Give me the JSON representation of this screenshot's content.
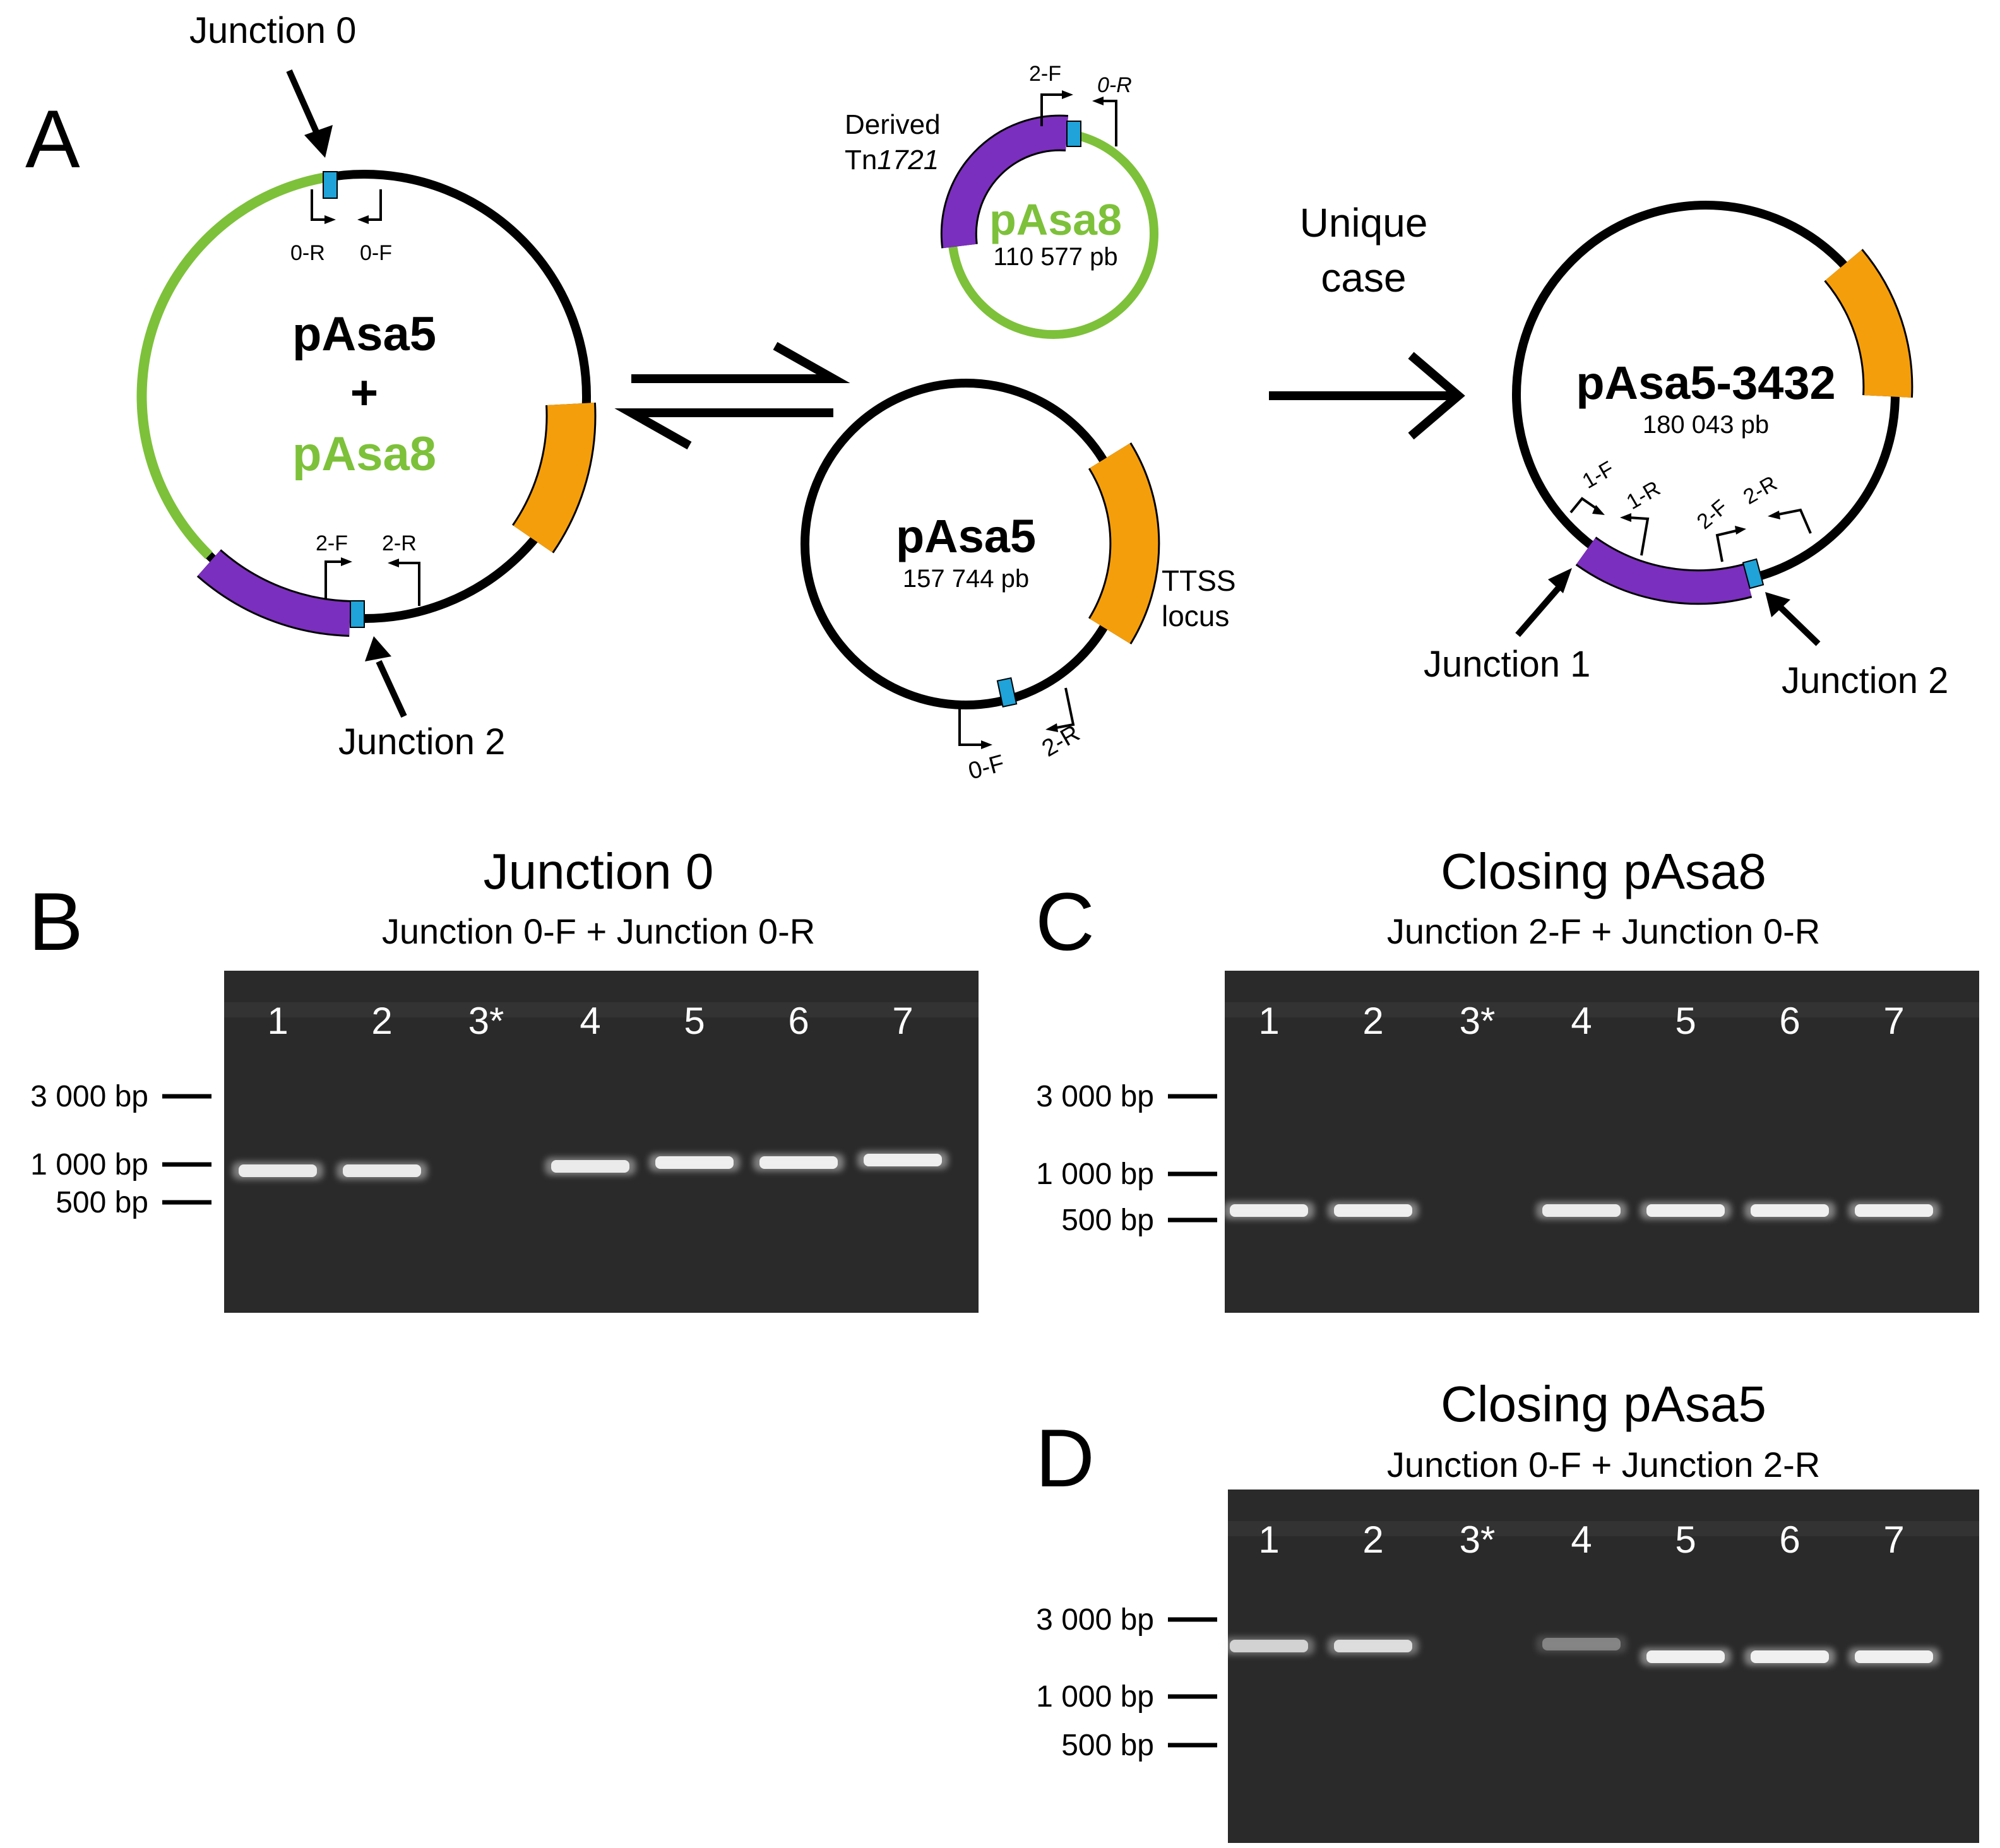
{
  "colors": {
    "pAsa8_green": "#7dc13a",
    "pAsa5_black": "#000000",
    "tn_purple": "#7b2fbe",
    "ttss_orange": "#f59e0b",
    "junction_blue": "#1fa3d8",
    "gel_bg": "#2a2a2a",
    "band": "#f4f4f4"
  },
  "panelA": {
    "letter": "A",
    "left_plasmid": {
      "title_line1": "pAsa5",
      "title_plus": "+",
      "title_line3": "pAsa8",
      "junction0_label": "Junction 0",
      "junction2_label": "Junction 2",
      "primer_0R": "0-R",
      "primer_0F": "0-F",
      "primer_2F": "2-F",
      "primer_2R": "2-R"
    },
    "small_pAsa8": {
      "name": "pAsa8",
      "size": "110 577 pb",
      "derived_line1": "Derived",
      "derived_line2_prefix": "Tn",
      "derived_line2_italic": "1721",
      "primer_2F": "2-F",
      "primer_0R": "0-R"
    },
    "mid_pAsa5": {
      "name": "pAsa5",
      "size": "157 744 pb",
      "ttss_line1": "TTSS",
      "ttss_line2": "locus",
      "primer_0F": "0-F",
      "primer_2R": "2-R"
    },
    "unique_case_line1": "Unique",
    "unique_case_line2": "case",
    "right_plasmid": {
      "name": "pAsa5-3432",
      "size": "180 043 pb",
      "primer_1F": "1-F",
      "primer_1R": "1-R",
      "primer_2F": "2-F",
      "primer_2R": "2-R",
      "junction1_label": "Junction 1",
      "junction2_label": "Junction 2"
    }
  },
  "gels": [
    {
      "letter": "B",
      "title": "Junction 0",
      "subtitle": "Junction 0-F + Junction 0-R",
      "lanes": [
        "1",
        "2",
        "3*",
        "4",
        "5",
        "6",
        "7"
      ],
      "markers": [
        "3 000 bp",
        "1 000 bp",
        "500 bp"
      ],
      "band_present": [
        1,
        1,
        0,
        1,
        1,
        1,
        1
      ],
      "band_intensity": [
        0.92,
        0.92,
        0,
        0.92,
        0.95,
        0.95,
        0.95
      ]
    },
    {
      "letter": "C",
      "title": "Closing pAsa8",
      "subtitle": "Junction 2-F + Junction 0-R",
      "lanes": [
        "1",
        "2",
        "3*",
        "4",
        "5",
        "6",
        "7"
      ],
      "markers": [
        "3 000 bp",
        "1 000 bp",
        "500 bp"
      ],
      "band_present": [
        1,
        1,
        0,
        1,
        1,
        1,
        1
      ],
      "band_intensity": [
        0.95,
        0.95,
        0,
        0.92,
        0.97,
        0.97,
        0.97
      ]
    },
    {
      "letter": "D",
      "title": "Closing pAsa5",
      "subtitle": "Junction 0-F + Junction 2-R",
      "lanes": [
        "1",
        "2",
        "3*",
        "4",
        "5",
        "6",
        "7"
      ],
      "markers": [
        "3 000 bp",
        "1 000 bp",
        "500 bp"
      ],
      "band_present": [
        1,
        1,
        0,
        1,
        1,
        1,
        1
      ],
      "band_intensity": [
        0.75,
        0.82,
        0,
        0.35,
        0.97,
        0.97,
        0.97
      ]
    }
  ]
}
